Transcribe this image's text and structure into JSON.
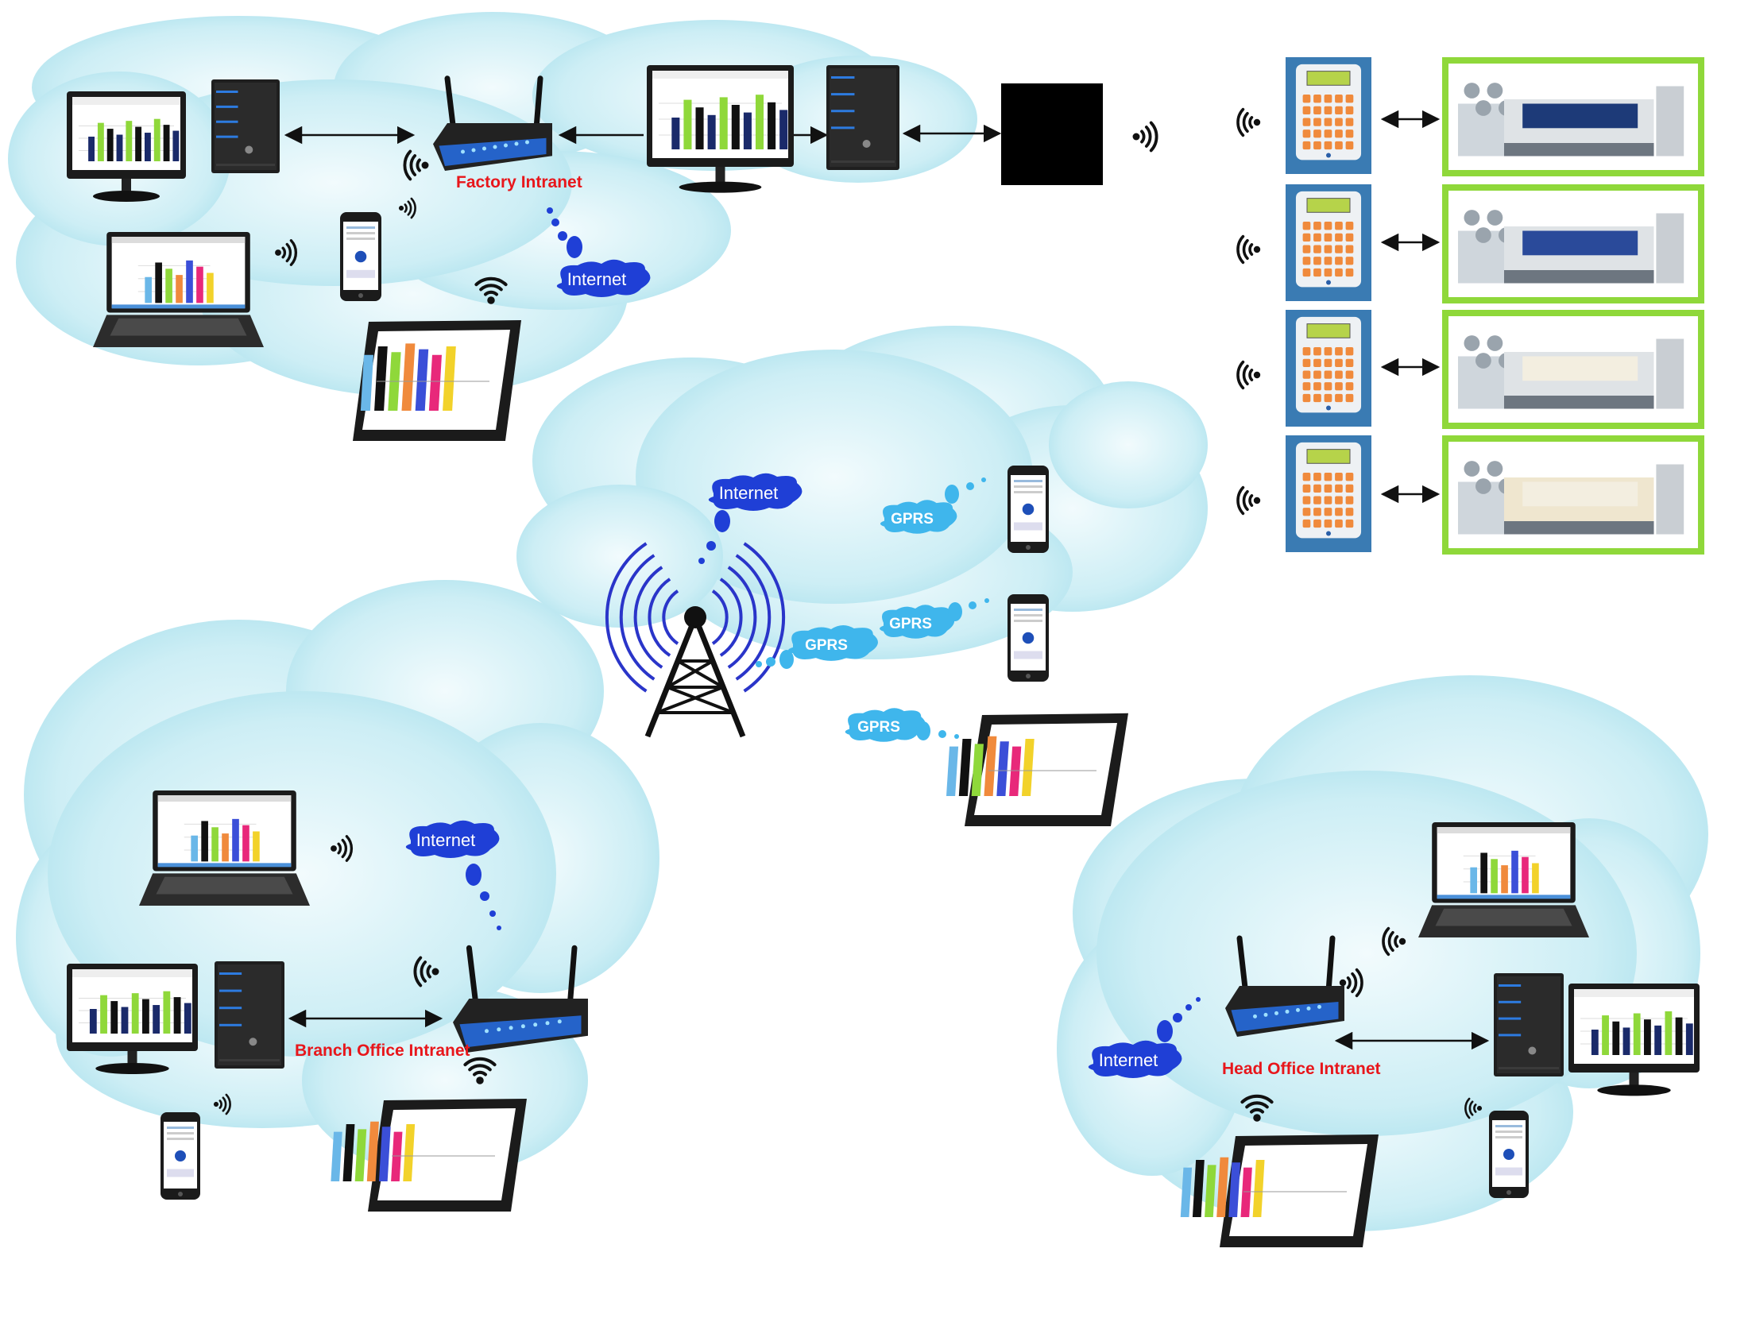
{
  "labels": {
    "factory": "Factory Intranet",
    "branch": "Branch Office Intranet",
    "head": "Head Office Intranet",
    "internet": "Internet",
    "gprs": "GPRS"
  },
  "colors": {
    "cloud_edge": "#a9e0ec",
    "cloud_center": "#f2fbfd",
    "label_red": "#e8161b",
    "internet_blue": "#1f3fd6",
    "gprs_cyan": "#3fb6ec",
    "device_dark": "#1b1b1b",
    "router_blue": "#2563c9",
    "panel_blue": "#3a7bb3",
    "keypad_orange": "#f08a3c",
    "machine_frame": "#8fd83a"
  },
  "icons": [
    "monitor-icon",
    "server-tower-icon",
    "router-icon",
    "laptop-icon",
    "smartphone-icon",
    "tablet-icon",
    "wifi-signal-icon",
    "cell-tower-icon",
    "loom-controller-icon",
    "loom-machine-icon",
    "bidirectional-arrow-icon",
    "gateway-box-icon"
  ]
}
